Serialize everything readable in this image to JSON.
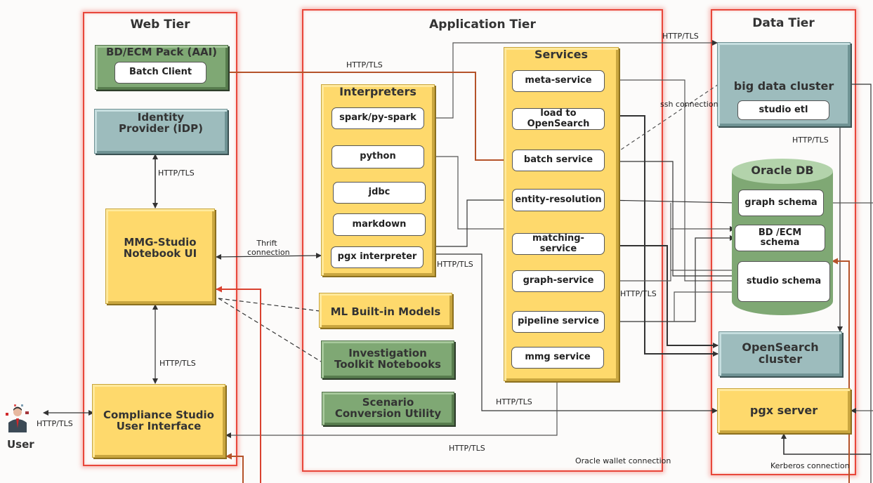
{
  "tiers": {
    "web": {
      "title": "Web Tier"
    },
    "app": {
      "title": "Application Tier"
    },
    "data": {
      "title": "Data Tier"
    }
  },
  "web_tier": {
    "bd_ecm_pack": {
      "title": "BD/ECM Pack (AAI)",
      "batch_client": "Batch Client"
    },
    "idp": {
      "title": "Identity Provider (IDP)"
    },
    "notebook_ui": {
      "title": "MMG-Studio Notebook UI"
    },
    "compliance_ui": {
      "title": "Compliance Studio User Interface"
    }
  },
  "user": {
    "label": "User"
  },
  "app_tier": {
    "interpreters": {
      "title": "Interpreters",
      "items": [
        "spark/py-spark",
        "python",
        "jdbc",
        "markdown",
        "pgx interpreter"
      ]
    },
    "services": {
      "title": "Services",
      "items": [
        "meta-service",
        "load to OpenSearch",
        "batch service",
        "entity-resolution",
        "matching-service",
        "graph-service",
        "pipeline service",
        "mmg service"
      ]
    },
    "ml_models": "ML Built-in Models",
    "investigation_toolkit": "Investigation Toolkit Notebooks",
    "scenario_conversion": "Scenario Conversion Utility"
  },
  "data_tier": {
    "big_data_cluster": {
      "title": "big data cluster",
      "studio_etl": "studio etl"
    },
    "oracle_db": {
      "title": "Oracle DB",
      "schemas": [
        "graph schema",
        "BD /ECM schema",
        "studio schema"
      ]
    },
    "opensearch_cluster": "OpenSearch cluster",
    "pgx_server": "pgx server"
  },
  "connection_labels": {
    "http_tls": "HTTP/TLS",
    "thrift": "Thrift connection",
    "ssh": "ssh connection",
    "oracle_wallet": "Oracle wallet connection",
    "kerberos": "Kerberos connection"
  },
  "colors": {
    "tier_border": "#e8473b",
    "yellow_box": "#fed96c",
    "green_box": "#7fa874",
    "teal_box": "#9dbcbd",
    "batch_arrow": "#b5532a",
    "red_arrow": "#d9412f"
  }
}
